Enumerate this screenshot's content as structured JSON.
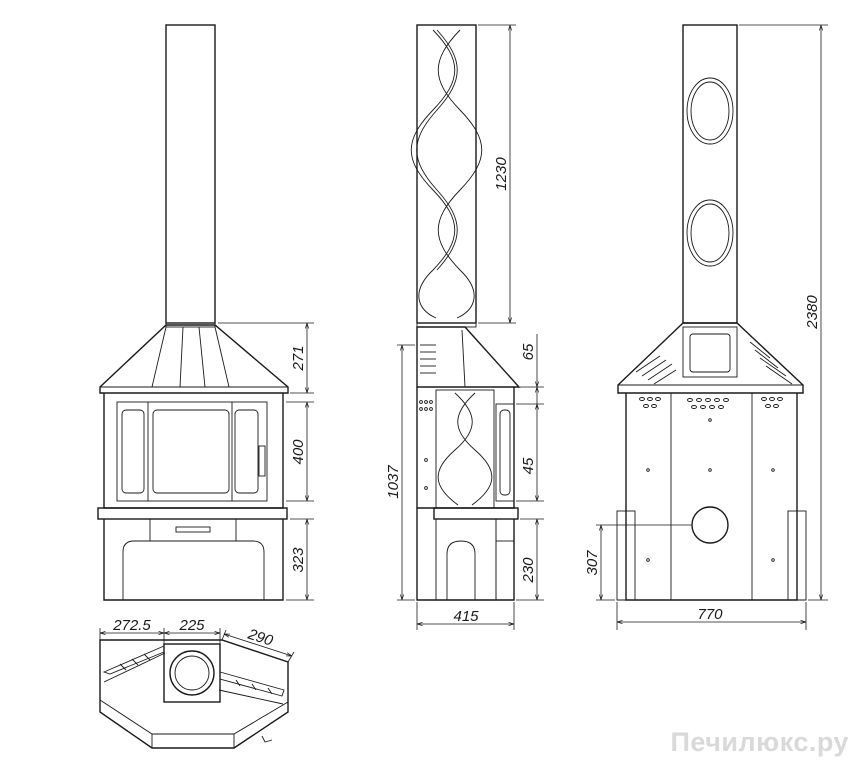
{
  "dimensions": {
    "front_hood_height": "271",
    "front_door_height": "400",
    "front_base_height": "323",
    "side_chimney_height": "1230",
    "side_collar_height": "65",
    "side_body_height": "1037",
    "side_door_offset": "45",
    "side_base_height": "230",
    "side_depth": "415",
    "rear_outlet_height": "307",
    "rear_width": "770",
    "rear_total_height": "2380",
    "top_side_segment": "272.5",
    "top_center_segment": "225",
    "top_diagonal": "290"
  },
  "watermark": "Печилюкс.ру"
}
